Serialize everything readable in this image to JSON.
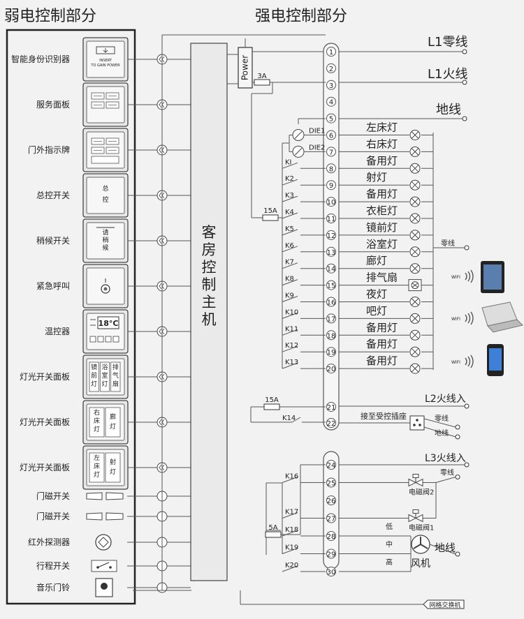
{
  "headers": {
    "weak": "弱电控制部分",
    "strong": "强电控制部分"
  },
  "host_label": "客房控制主机",
  "power_label": "Power",
  "weak_devices": [
    {
      "label": "智能身份识别器",
      "panel": "card",
      "panel_text": [
        "INSERT",
        "TO GAIN POWER"
      ]
    },
    {
      "label": "服务面板",
      "panel": "service",
      "panel_text": []
    },
    {
      "label": "门外指示牌",
      "panel": "door",
      "panel_text": []
    },
    {
      "label": "总控开关",
      "panel": "text",
      "panel_text": [
        "总",
        "控"
      ]
    },
    {
      "label": "稍候开关",
      "panel": "text2",
      "panel_text": [
        "请",
        "稍",
        "候"
      ]
    },
    {
      "label": "紧急呼叫",
      "panel": "emergency",
      "panel_text": []
    },
    {
      "label": "温控器",
      "panel": "thermo",
      "panel_text": [
        "18°C"
      ]
    },
    {
      "label": "灯光开关面板",
      "panel": "cols",
      "panel_text": [
        "镜前灯",
        "浴室灯",
        "排气扇"
      ]
    },
    {
      "label": "灯光开关面板",
      "panel": "cols",
      "panel_text": [
        "右床灯",
        "廊灯"
      ]
    },
    {
      "label": "灯光开关面板",
      "panel": "cols",
      "panel_text": [
        "左床灯",
        "射灯"
      ]
    }
  ],
  "small_devices": [
    {
      "label": "门磁开关",
      "kind": "magnet"
    },
    {
      "label": "门磁开关",
      "kind": "magnet"
    },
    {
      "label": "红外探测器",
      "kind": "pir"
    },
    {
      "label": "行程开关",
      "kind": "limit"
    },
    {
      "label": "音乐门铃",
      "kind": "bell"
    }
  ],
  "top_lines": [
    {
      "label": "L1零线",
      "terminal": "1"
    },
    {
      "label": "L1火线",
      "terminal": "3"
    },
    {
      "label": "地线",
      "terminal": "5"
    }
  ],
  "terminals_top": [
    "1",
    "2",
    "3",
    "4",
    "5",
    "6",
    "7",
    "8",
    "9",
    "10",
    "11",
    "12",
    "13",
    "14",
    "15",
    "16",
    "17",
    "18",
    "19",
    "20",
    "21",
    "22"
  ],
  "terminals_bottom": [
    "24",
    "25",
    "26",
    "27",
    "28",
    "29",
    "30"
  ],
  "loads": [
    {
      "terminal": "6",
      "relay": "DIE1",
      "name": "左床灯"
    },
    {
      "terminal": "7",
      "relay": "DIE2",
      "name": "右床灯"
    },
    {
      "terminal": "8",
      "relay": "KI",
      "name": "备用灯"
    },
    {
      "terminal": "9",
      "relay": "K2",
      "name": "射灯"
    },
    {
      "terminal": "10",
      "relay": "K3",
      "name": "备用灯"
    },
    {
      "terminal": "11",
      "relay": "K4",
      "name": "衣柜灯"
    },
    {
      "terminal": "12",
      "relay": "K5",
      "name": "镜前灯"
    },
    {
      "terminal": "13",
      "relay": "K6",
      "name": "浴室灯"
    },
    {
      "terminal": "14",
      "relay": "K7",
      "name": "廊灯"
    },
    {
      "terminal": "15",
      "relay": "K8",
      "name": "排气扇"
    },
    {
      "terminal": "16",
      "relay": "K9",
      "name": "夜灯"
    },
    {
      "terminal": "17",
      "relay": "K10",
      "name": "吧灯"
    },
    {
      "terminal": "18",
      "relay": "K11",
      "name": "备用灯"
    },
    {
      "terminal": "19",
      "relay": "K12",
      "name": "备用灯"
    },
    {
      "terminal": "20",
      "relay": "K13",
      "name": "备用灯"
    }
  ],
  "fuses": {
    "f3a": "3A",
    "f15a": "15A",
    "f15a_b": "15A",
    "f5a": "5A"
  },
  "neutral_label": "零线",
  "wifi_label": "WIFI",
  "socket": {
    "relay": "K14",
    "text": "接至受控插座",
    "neutral": "零线",
    "ground": "地线"
  },
  "l2_label": "L2火线入",
  "l3_label": "L3火线入",
  "hvac": {
    "relays": [
      "K16",
      "K17",
      "K18",
      "K19",
      "K20"
    ],
    "valve2": "电磁阀2",
    "valve1": "电磁阀1",
    "neutral": "零线",
    "ground": "地线",
    "speeds": [
      "低",
      "中",
      "高"
    ],
    "fan": "风机"
  },
  "network_label": "网格交换机"
}
